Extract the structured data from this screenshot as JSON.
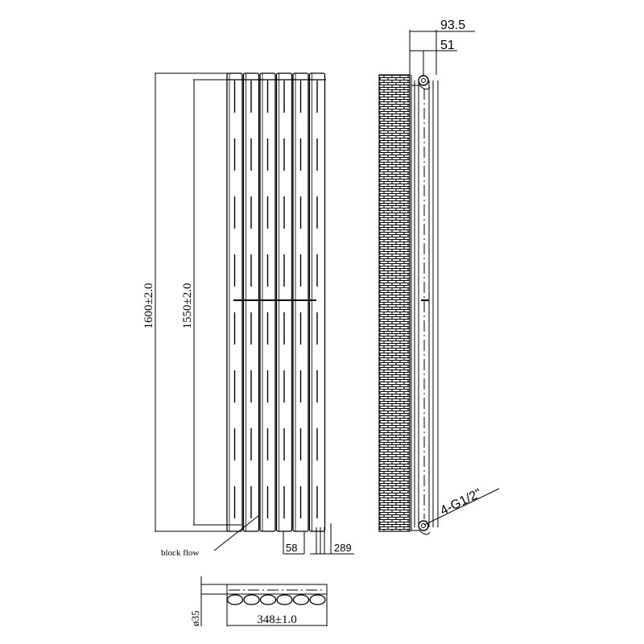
{
  "drawing": {
    "front_view": {
      "height_overall": "1600±2.0",
      "height_centres": "1550±2.0",
      "block_flow_label": "block flow",
      "dim_tube_pitch": "58",
      "dim_tube_depth": "289",
      "tube_count": 6
    },
    "side_view": {
      "depth_overall": "93.5",
      "depth_to_centre": "51",
      "connection_label": "4-G1/2\""
    },
    "plan_view": {
      "width": "348±1.0",
      "tube_diameter": "ø35"
    },
    "colors": {
      "line": "#000000",
      "background": "#ffffff"
    }
  }
}
